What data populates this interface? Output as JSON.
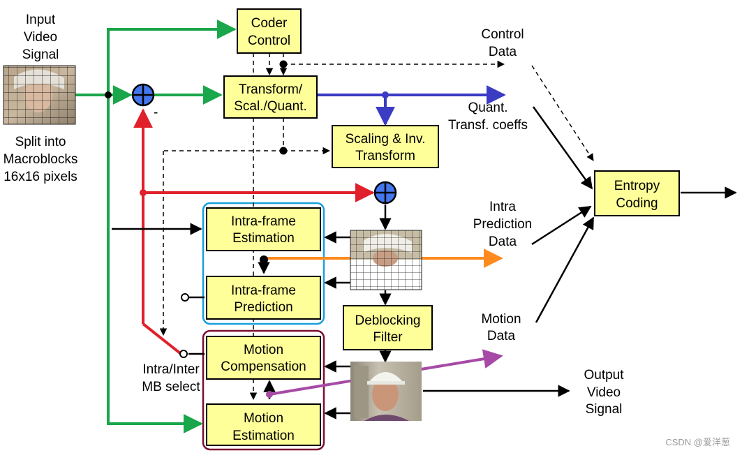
{
  "colors": {
    "box_fill": "#ffff99",
    "green": "#1aa64a",
    "blue": "#3b3bc4",
    "red": "#e0202a",
    "orange": "#ff8a1f",
    "purple": "#a64aa6",
    "adder_fill": "#4477ee",
    "cyan_group": "#1a9fdf",
    "maroon_group": "#7a1030"
  },
  "icons": {
    "adder": "summing-junction-plus",
    "frame": "grid-frame-thumbnail",
    "photo": "video-frame-person"
  },
  "labels": {
    "input": [
      "Input",
      "Video",
      "Signal"
    ],
    "split": [
      "Split into",
      "Macroblocks",
      "16x16 pixels"
    ],
    "control_data": [
      "Control",
      "Data"
    ],
    "quant_coeffs": [
      "Quant.",
      "Transf. coeffs"
    ],
    "intra_pred_data": [
      "Intra",
      "Prediction",
      "Data"
    ],
    "motion_data": [
      "Motion",
      "Data"
    ],
    "output": [
      "Output",
      "Video",
      "Signal"
    ],
    "mb_select": [
      "Intra/Inter",
      "MB select"
    ],
    "minus": "-",
    "watermark": "CSDN @爱洋葱"
  },
  "blocks": {
    "coder_control": [
      "Coder",
      "Control"
    ],
    "transform": [
      "Transform/",
      "Scal./Quant."
    ],
    "scaling": [
      "Scaling & Inv.",
      "Transform"
    ],
    "entropy": [
      "Entropy",
      "Coding"
    ],
    "intra_est": [
      "Intra-frame",
      "Estimation"
    ],
    "intra_pred": [
      "Intra-frame",
      "Prediction"
    ],
    "deblocking": [
      "Deblocking",
      "Filter"
    ],
    "motion_comp": [
      "Motion",
      "Compensation"
    ],
    "motion_est": [
      "Motion",
      "Estimation"
    ]
  }
}
